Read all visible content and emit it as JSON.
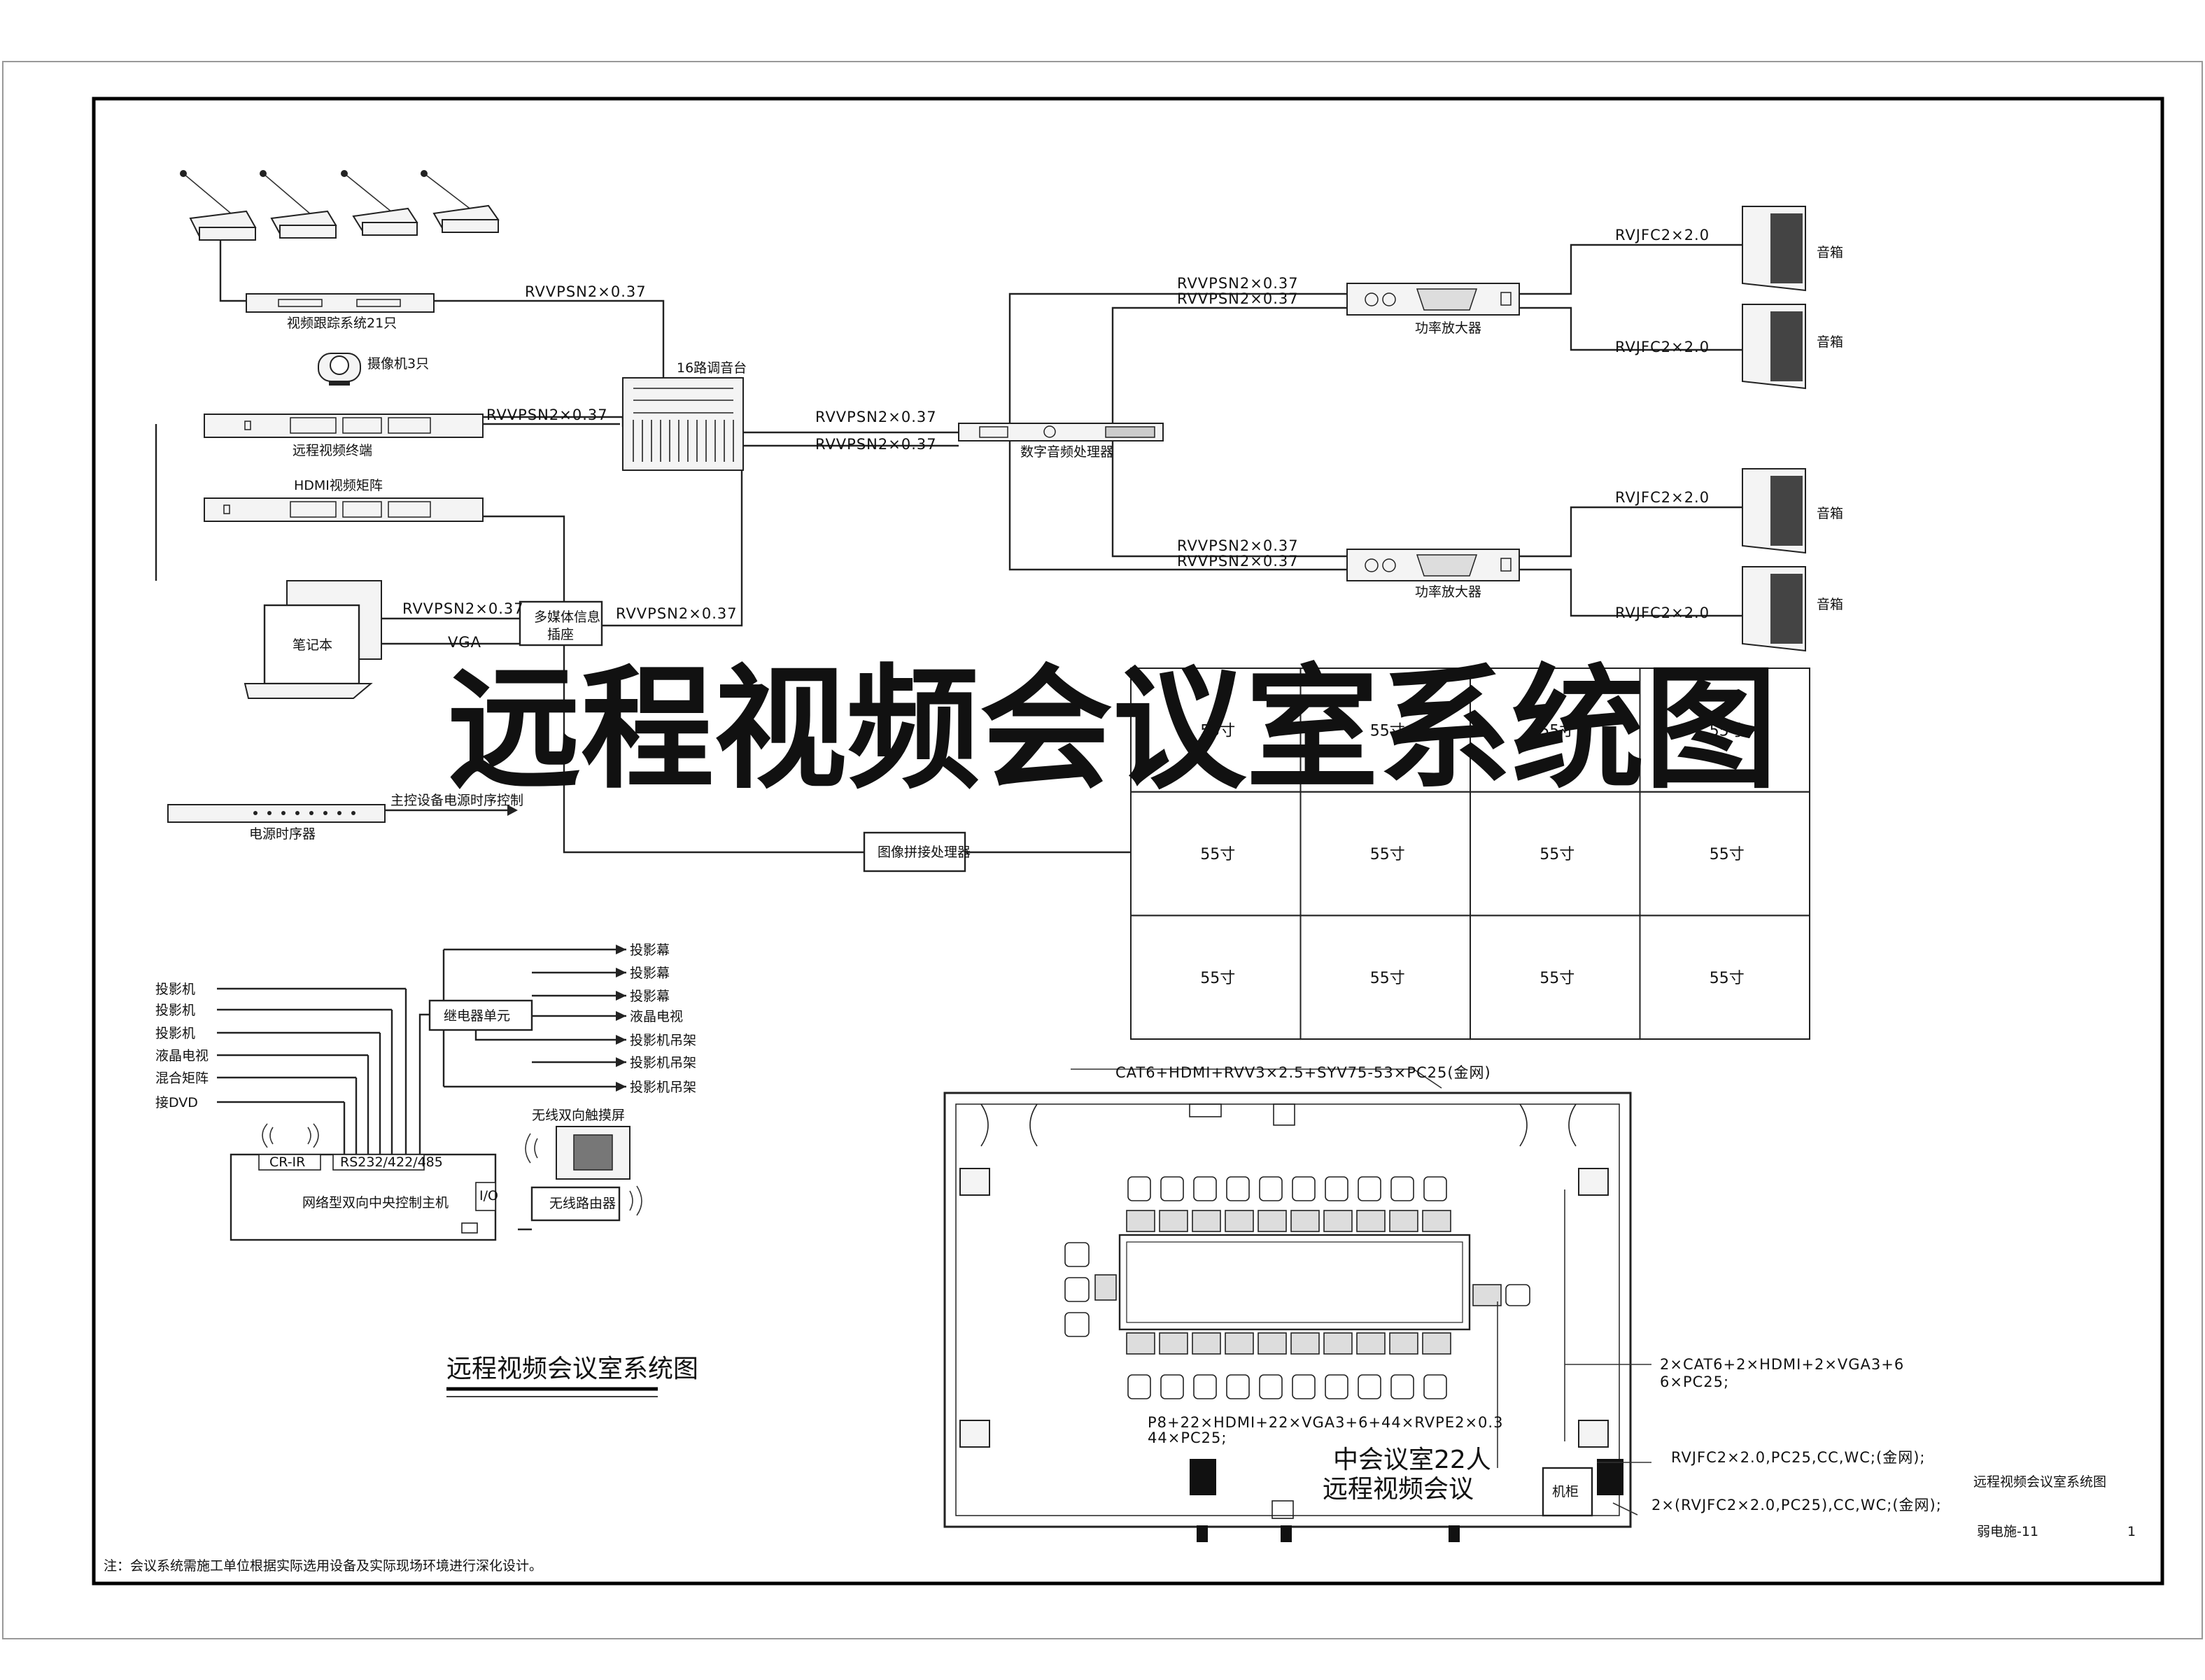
{
  "main_title": "远程视频会议室系统图",
  "devices": {
    "conference_system": "视频跟踪系统21只",
    "camera": "摄像机3只",
    "video_terminal": "远程视频终端",
    "hdmi_matrix": "HDMI视频矩阵",
    "mixer": "16路调音台",
    "dsp": "数字音频处理器",
    "amplifier": "功率放大器",
    "speaker": "音箱",
    "laptop": "笔记本",
    "multimedia_box_1": "多媒体信息",
    "multimedia_box_2": "插座",
    "vga": "VGA",
    "power_sequencer": "电源时序器",
    "power_control": "主控设备电源时序控制",
    "splicer": "图像拼接处理器",
    "relay_unit": "继电器单元",
    "controller": "网络型双向中央控制主机",
    "touch_panel": "无线双向触摸屏",
    "wireless_router": "无线路由器",
    "ir_label": "CR-IR",
    "rs_label": "RS232/422/485",
    "io_label": "I/O"
  },
  "cables": {
    "rvvpsn": "RVVPSN2×0.37",
    "rvjfc": "RVJFC2×2.0",
    "plan_top": "CAT6+HDMI+RVV3×2.5+SYV75-53×PC25(金网)",
    "plan_right_1a": "2×CAT6+2×HDMI+2×VGA3+6",
    "plan_right_1b": "6×PC25;",
    "plan_bottom_a": "P8+22×HDMI+22×VGA3+6+44×RVPE2×0.3",
    "plan_bottom_b": "44×PC25;",
    "plan_right_2": "RVJFC2×2.0,PC25,CC,WC;(金网);",
    "plan_right_3": "2×(RVJFC2×2.0,PC25),CC,WC;(金网);"
  },
  "tv_wall_label": "55寸",
  "controller_inputs": [
    "投影机",
    "投影机",
    "投影机",
    "液晶电视",
    "混合矩阵",
    "接DVD"
  ],
  "relay_outputs": [
    "投影幕",
    "投影幕",
    "投影幕",
    "液晶电视",
    "投影机吊架",
    "投影机吊架",
    "投影机吊架"
  ],
  "room": {
    "line1": "中会议室22人",
    "line2": "远程视频会议",
    "rack": "机柜"
  },
  "bottom_title": "远程视频会议室系统图",
  "title_block": {
    "name": "远程视频会议室系统图",
    "drawing_no": "弱电施-11",
    "sheet": "1"
  },
  "note": "注：会议系统需施工单位根据实际选用设备及实际现场环境进行深化设计。"
}
